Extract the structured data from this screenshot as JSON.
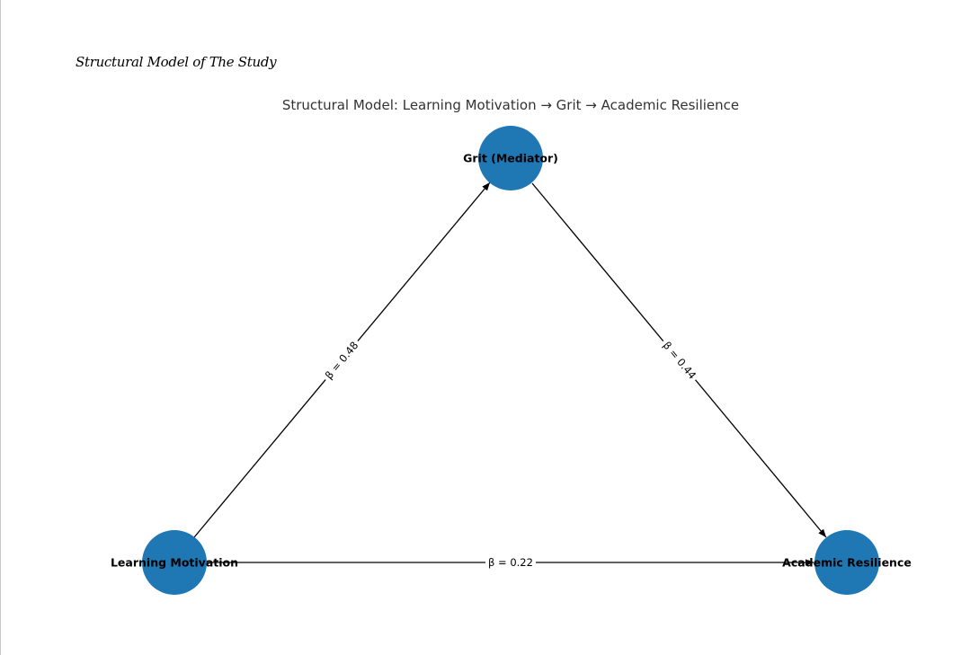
{
  "caption": "Structural Model of The Study",
  "diagram": {
    "title": "Structural Model: Learning Motivation → Grit → Academic Resilience",
    "node_color": "#1f77b4",
    "nodes": [
      {
        "id": "lm",
        "label": "Learning Motivation"
      },
      {
        "id": "grit",
        "label": "Grit (Mediator)"
      },
      {
        "id": "ar",
        "label": "Academic Resilience"
      }
    ],
    "edges": [
      {
        "from": "lm",
        "to": "grit",
        "label": "β = 0.48"
      },
      {
        "from": "grit",
        "to": "ar",
        "label": "β = 0.44"
      },
      {
        "from": "lm",
        "to": "ar",
        "label": "β = 0.22"
      }
    ]
  }
}
